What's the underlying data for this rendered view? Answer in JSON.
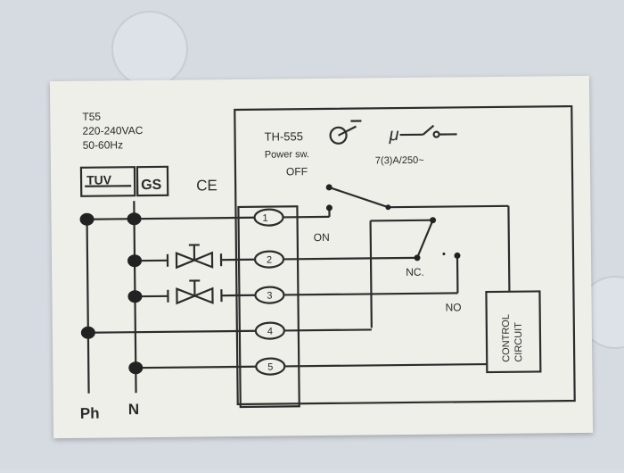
{
  "device": {
    "model": "T55",
    "voltage": "220-240VAC",
    "frequency": "50-60Hz"
  },
  "marks": {
    "tuv": "TUV",
    "gs": "GS",
    "ce": "CE"
  },
  "thermostat": {
    "model": "TH-555",
    "power_switch": "Power sw.",
    "off": "OFF",
    "on": "ON",
    "rating": "7(3)A/250~",
    "micro_symbol": "μ"
  },
  "contacts": {
    "nc": "NC.",
    "no": "NO"
  },
  "terminals": [
    "1",
    "2",
    "3",
    "4",
    "5"
  ],
  "control_circuit": [
    "CONTROL",
    "CIRCUIT"
  ],
  "supply": {
    "phase": "Ph",
    "neutral": "N"
  }
}
